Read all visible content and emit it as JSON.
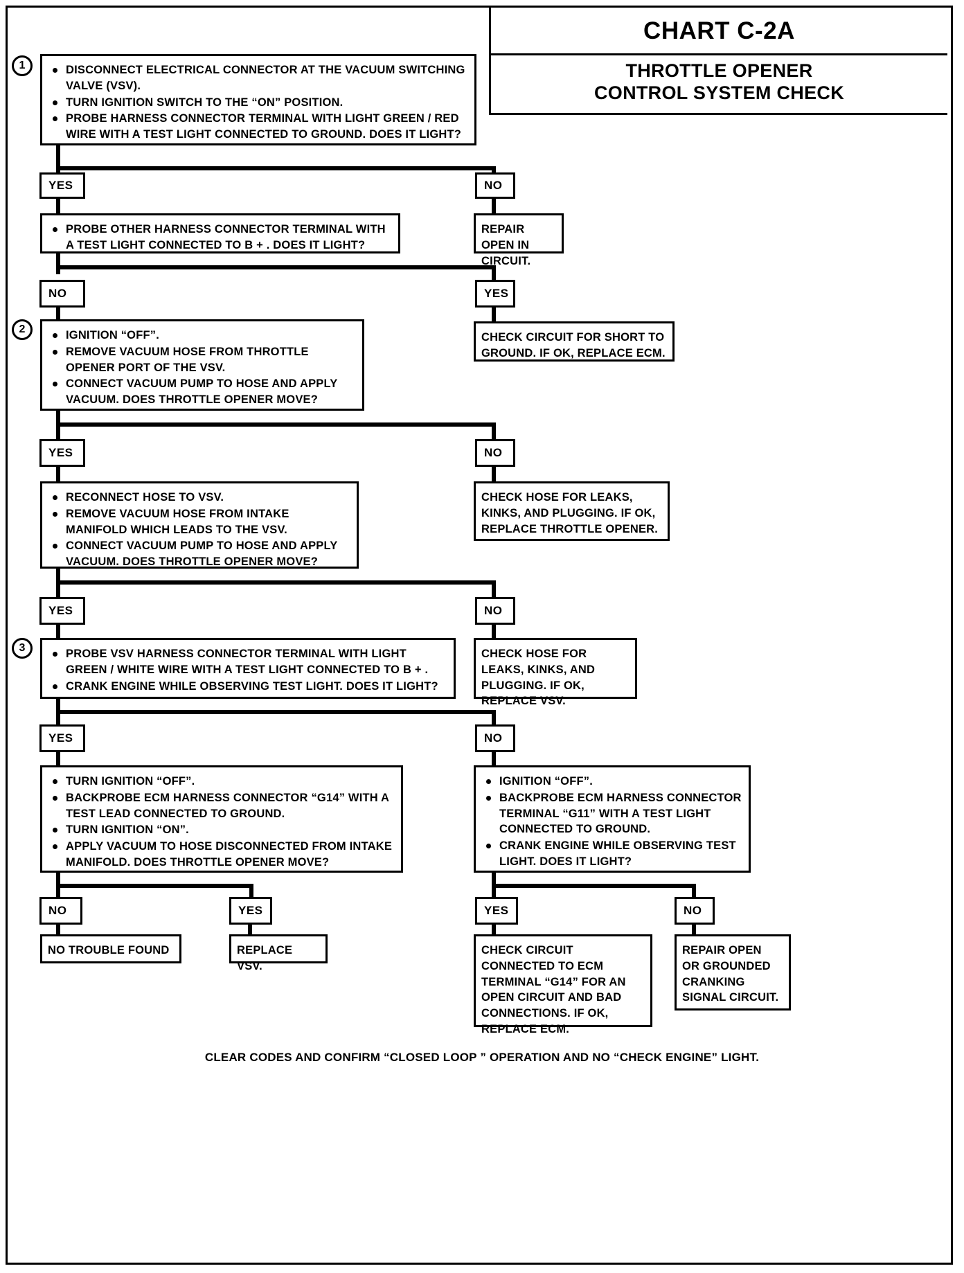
{
  "header": {
    "chart_label": "CHART C-2A",
    "title_line1": "THROTTLE OPENER",
    "title_line2": "CONTROL SYSTEM CHECK"
  },
  "step_numbers": {
    "one": "1",
    "two": "2",
    "three": "3"
  },
  "nodes": {
    "step1": {
      "bullets": [
        "DISCONNECT ELECTRICAL CONNECTOR AT THE VACUUM SWITCHING VALVE (VSV).",
        "TURN IGNITION SWITCH TO THE “ON” POSITION.",
        "PROBE HARNESS CONNECTOR TERMINAL WITH LIGHT GREEN / RED WIRE WITH A TEST LIGHT CONNECTED TO GROUND.  DOES IT LIGHT?"
      ]
    },
    "step1_yes": "YES",
    "step1_no": "NO",
    "repair_open": "REPAIR OPEN IN CIRCUIT.",
    "probe_other": {
      "bullets": [
        "PROBE OTHER HARNESS CONNECTOR TERMINAL WITH A TEST LIGHT CONNECTED TO B + .  DOES IT LIGHT?"
      ]
    },
    "probe_other_no": "NO",
    "probe_other_yes": "YES",
    "check_short_ground": "CHECK CIRCUIT FOR SHORT TO GROUND.  IF OK, REPLACE ECM.",
    "step2": {
      "bullets": [
        "IGNITION “OFF”.",
        "REMOVE VACUUM HOSE FROM THROTTLE OPENER PORT OF THE VSV.",
        "CONNECT VACUUM PUMP TO HOSE AND APPLY VACUUM. DOES THROTTLE OPENER MOVE?"
      ]
    },
    "step2_yes": "YES",
    "step2_no": "NO",
    "check_hose_replace_opener": "CHECK HOSE FOR LEAKS, KINKS, AND PLUGGING. IF OK, REPLACE THROTTLE OPENER.",
    "reconnect": {
      "bullets": [
        "RECONNECT HOSE TO VSV.",
        "REMOVE VACUUM HOSE FROM INTAKE MANIFOLD WHICH LEADS TO THE VSV.",
        "CONNECT VACUUM PUMP TO HOSE AND APPLY VACUUM. DOES THROTTLE OPENER MOVE?"
      ]
    },
    "reconnect_yes": "YES",
    "reconnect_no": "NO",
    "check_hose_replace_vsv": "CHECK HOSE FOR LEAKS, KINKS, AND PLUGGING. IF OK, REPLACE VSV.",
    "step3": {
      "bullets": [
        "PROBE VSV HARNESS CONNECTOR TERMINAL WITH LIGHT GREEN / WHITE WIRE WITH A TEST LIGHT CONNECTED TO B + .",
        "CRANK ENGINE WHILE OBSERVING TEST LIGHT.  DOES IT LIGHT?"
      ]
    },
    "step3_yes": "YES",
    "step3_no": "NO",
    "left_final": {
      "bullets": [
        "TURN IGNITION “OFF”.",
        "BACKPROBE ECM HARNESS CONNECTOR “G14” WITH A TEST LEAD CONNECTED TO GROUND.",
        "TURN IGNITION “ON”.",
        "APPLY VACUUM TO HOSE DISCONNECTED FROM INTAKE MANIFOLD.  DOES THROTTLE OPENER MOVE?"
      ]
    },
    "right_final": {
      "bullets": [
        "IGNITION “OFF”.",
        "BACKPROBE ECM HARNESS CONNECTOR TERMINAL “G11” WITH A TEST LIGHT CONNECTED TO GROUND.",
        "CRANK ENGINE WHILE OBSERVING TEST LIGHT.  DOES IT LIGHT?"
      ]
    },
    "left_final_no": "NO",
    "left_final_yes": "YES",
    "no_trouble_found": "NO TROUBLE FOUND",
    "replace_vsv": "REPLACE VSV.",
    "right_final_yes": "YES",
    "right_final_no": "NO",
    "check_circuit_g14": "CHECK CIRCUIT CONNECTED TO ECM TERMINAL “G14” FOR AN OPEN CIRCUIT AND BAD CONNECTIONS. IF OK, REPLACE ECM.",
    "repair_cranking": "REPAIR OPEN OR GROUNDED CRANKING SIGNAL CIRCUIT."
  },
  "footer": "CLEAR CODES AND CONFIRM “CLOSED LOOP ” OPERATION AND NO “CHECK ENGINE” LIGHT."
}
